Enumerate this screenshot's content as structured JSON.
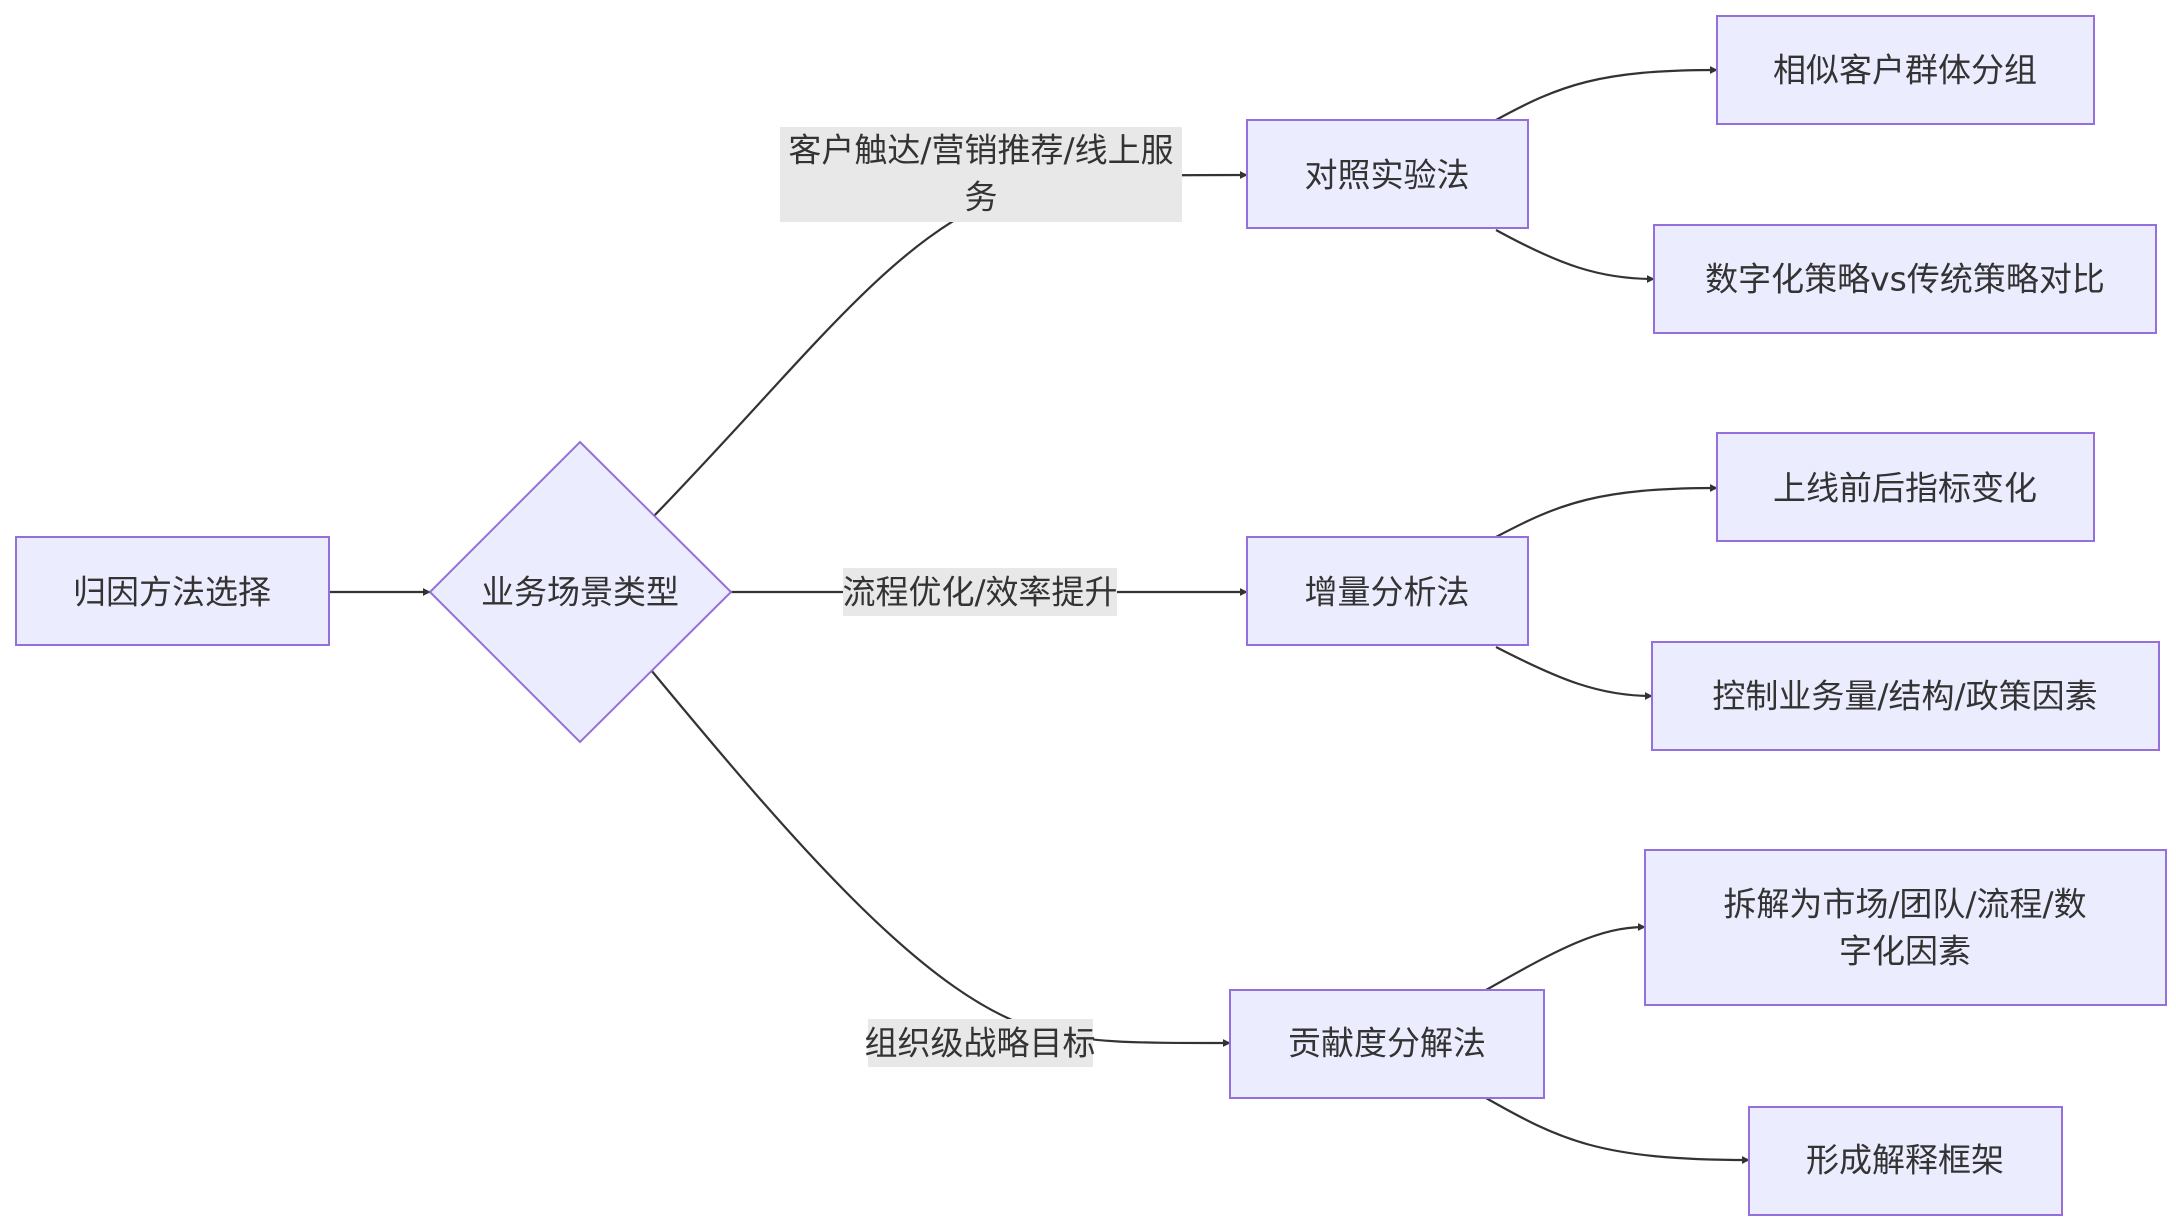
{
  "nodes": {
    "root": "归因方法选择",
    "decision": "业务场景类型",
    "controlled": "对照实验法",
    "incremental": "增量分析法",
    "contribution": "贡献度分解法",
    "similar_groups": "相似客户群体分组",
    "digital_vs_traditional": "数字化策略vs传统策略对比",
    "before_after": "上线前后指标变化",
    "control_factors": "控制业务量/结构/政策因素",
    "decompose_line1": "拆解为市场/团队/流程/数",
    "decompose_line2": "字化因素",
    "framework": "形成解释框架"
  },
  "edge_labels": {
    "customer_line1": "客户触达/营销推荐/线上服",
    "customer_line2": "务",
    "process": "流程优化/效率提升",
    "strategic": "组织级战略目标"
  },
  "colors": {
    "node_fill": "#ECECFF",
    "node_stroke": "#9370DB",
    "edge": "#333333",
    "label_bg": "#E8E8E8",
    "text": "#333333"
  }
}
